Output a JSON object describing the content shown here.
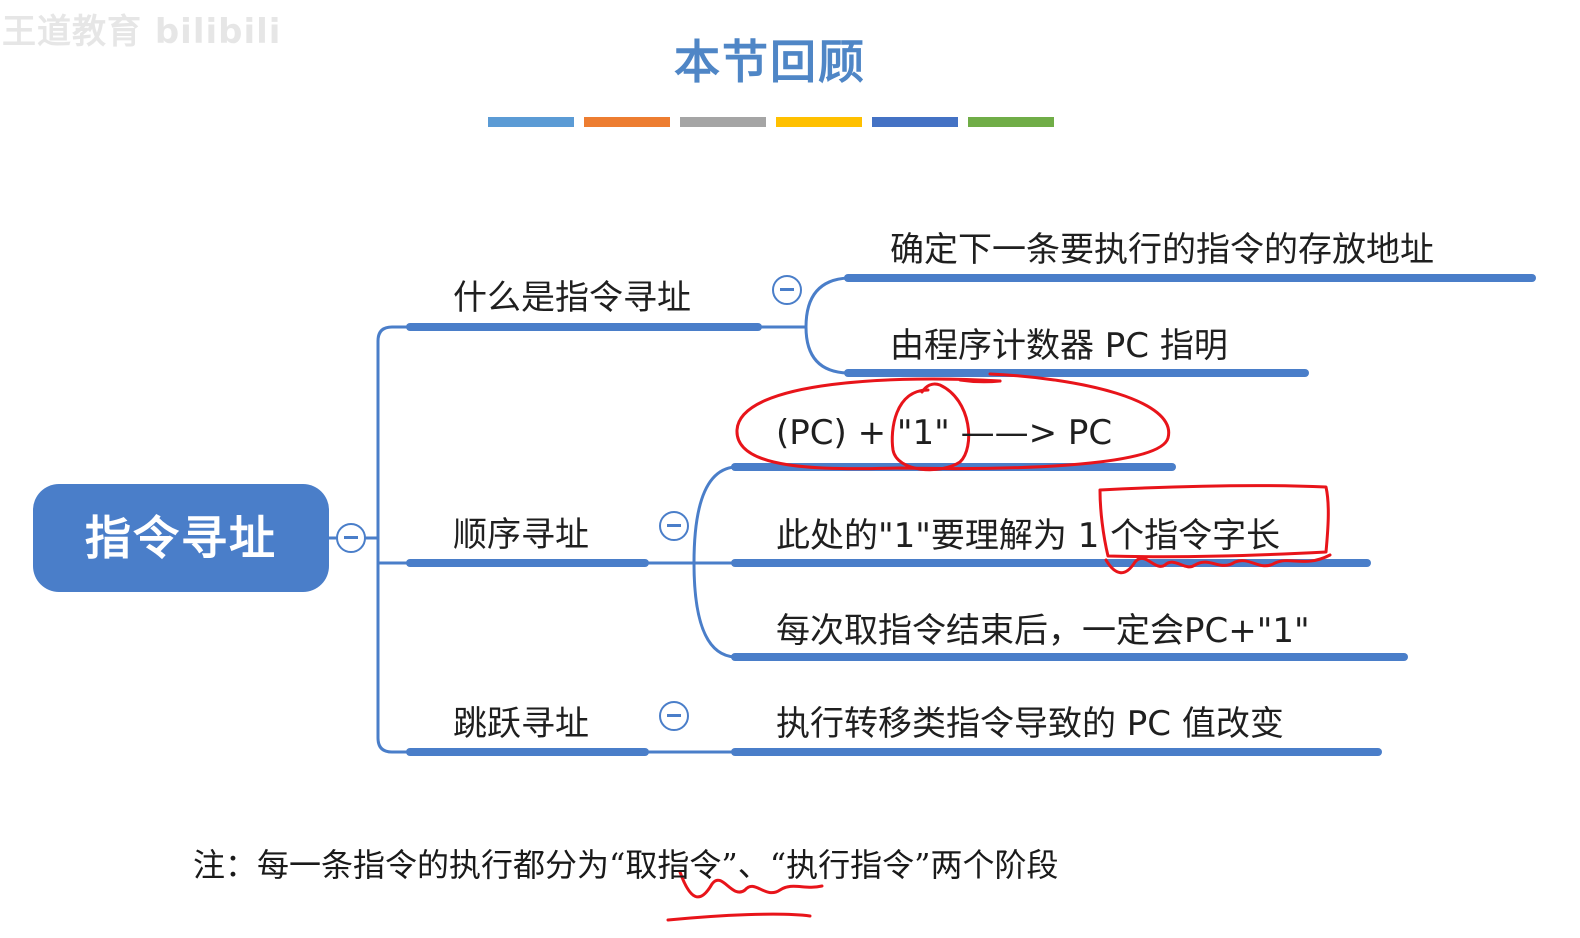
{
  "watermark": "王道教育 bilibili",
  "title": "本节回顾",
  "title_bar_colors": [
    "#5b9bd5",
    "#ed7d31",
    "#a5a5a5",
    "#ffc000",
    "#4472c4",
    "#70ad47"
  ],
  "line_color": "#4a7ec9",
  "annotation_color": "#e8141a",
  "root": {
    "label": "指令寻址"
  },
  "branches": [
    {
      "label": "什么是指令寻址",
      "children": [
        "确定下一条要执行的指令的存放地址",
        "由程序计数器 PC 指明"
      ]
    },
    {
      "label": "顺序寻址",
      "children": [
        "(PC) + \"1\" ——> PC",
        "此处的\"1\"要理解为 1 个指令字长",
        "每次取指令结束后，一定会PC+\"1\""
      ]
    },
    {
      "label": "跳跃寻址",
      "children": [
        "执行转移类指令导致的 PC 值改变"
      ]
    }
  ],
  "note": "注：每一条指令的执行都分为“取指令”、“执行指令”两个阶段"
}
